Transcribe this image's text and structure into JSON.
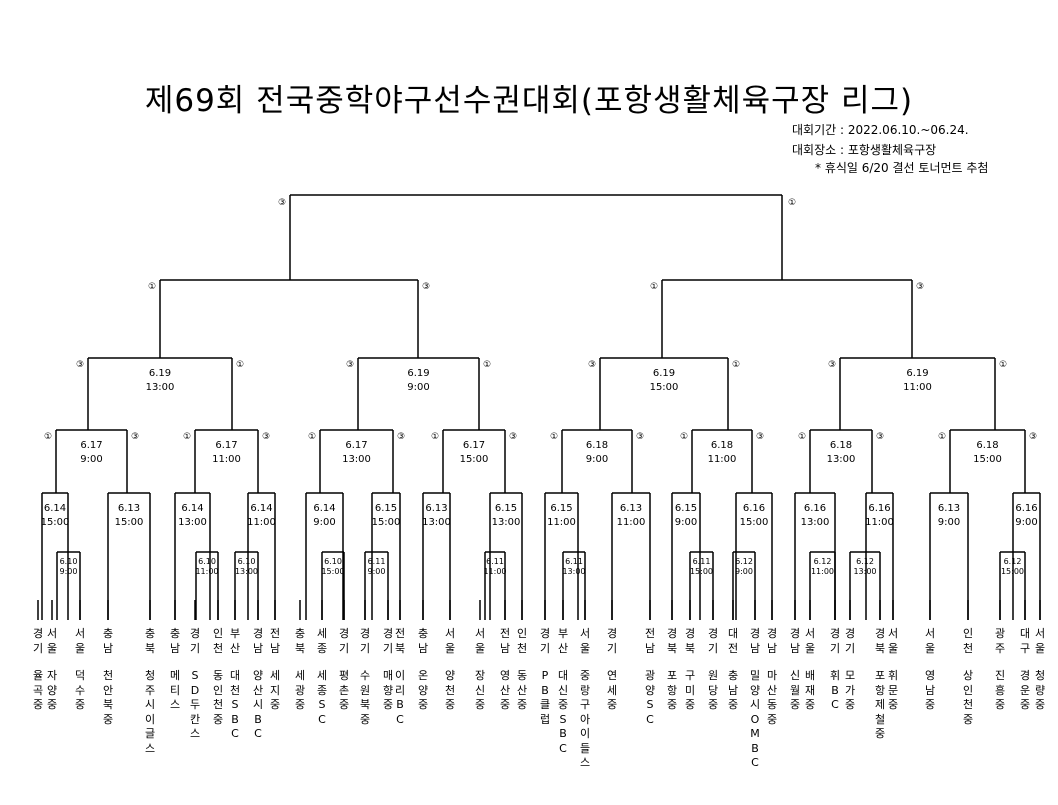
{
  "title": "제69회 전국중학야구선수권대회(포항생활체육구장 리그)",
  "info": {
    "period": "대회기간 : 2022.06.10.~06.24.",
    "venue": "대회장소 : 포항생활체육구장",
    "note": "* 휴식일 6/20 결선 토너먼트 추첨"
  },
  "bracket": {
    "final_marks": [
      "③",
      "①"
    ],
    "semi_marks": [
      [
        "①",
        "③"
      ],
      [
        "①",
        "③"
      ]
    ],
    "quarterfinals": [
      {
        "label": "6.19\n13:00",
        "marks": [
          "③",
          "①"
        ]
      },
      {
        "label": "6.19\n9:00",
        "marks": [
          "③",
          "①"
        ]
      },
      {
        "label": "6.19\n15:00",
        "marks": [
          "③",
          "①"
        ]
      },
      {
        "label": "6.19\n11:00",
        "marks": [
          "③",
          "①"
        ]
      }
    ],
    "round_of_16": [
      {
        "label": "6.17\n9:00"
      },
      {
        "label": "6.17\n11:00"
      },
      {
        "label": "6.17\n13:00"
      },
      {
        "label": "6.17\n15:00"
      },
      {
        "label": "6.18\n9:00"
      },
      {
        "label": "6.18\n11:00"
      },
      {
        "label": "6.18\n13:00"
      },
      {
        "label": "6.18\n15:00"
      }
    ],
    "round_of_32": [
      {
        "label": "6.14\n15:00"
      },
      {
        "label": "6.13\n15:00"
      },
      {
        "label": "6.14\n13:00"
      },
      {
        "label": "6.14\n11:00"
      },
      {
        "label": "6.14\n9:00"
      },
      {
        "label": "6.15\n15:00"
      },
      {
        "label": "6.13\n13:00"
      },
      {
        "label": "6.15\n13:00"
      },
      {
        "label": "6.15\n11:00"
      },
      {
        "label": "6.13\n11:00"
      },
      {
        "label": "6.15\n9:00"
      },
      {
        "label": "6.16\n15:00"
      },
      {
        "label": "6.16\n13:00"
      },
      {
        "label": "6.16\n11:00"
      },
      {
        "label": "6.13\n9:00"
      },
      {
        "label": "6.16\n9:00"
      }
    ],
    "first_round": [
      {
        "label": "6.10\n9:00"
      },
      {
        "label": "6.10\n11:00"
      },
      {
        "label": "6.10\n13:00"
      },
      {
        "label": "6.10\n15:00"
      },
      {
        "label": "6.11\n9:00"
      },
      {
        "label": "6.11\n11:00"
      },
      {
        "label": "6.11\n13:00"
      },
      {
        "label": "6.11\n15:00"
      },
      {
        "label": "6.12\n9:00"
      },
      {
        "label": "6.12\n11:00"
      },
      {
        "label": "6.12\n13:00"
      },
      {
        "label": "6.12\n15:00"
      }
    ]
  },
  "teams": [
    {
      "region": "경기",
      "name": "율곡중"
    },
    {
      "region": "서울",
      "name": "자양중"
    },
    {
      "region": "서울",
      "name": "덕수중"
    },
    {
      "region": "충남",
      "name": "천안북중"
    },
    {
      "region": "충북",
      "name": "청주시이글스"
    },
    {
      "region": "충남",
      "name": "메티스"
    },
    {
      "region": "경기",
      "name": "SD두칸스"
    },
    {
      "region": "인천",
      "name": "동인천중"
    },
    {
      "region": "부산",
      "name": "대천SBC"
    },
    {
      "region": "경남",
      "name": "양산시BC"
    },
    {
      "region": "전남",
      "name": "세지중"
    },
    {
      "region": "충북",
      "name": "세광중"
    },
    {
      "region": "세종",
      "name": "세종SC"
    },
    {
      "region": "경기",
      "name": "평촌중"
    },
    {
      "region": "경기",
      "name": "수원북중"
    },
    {
      "region": "경기",
      "name": "매향중"
    },
    {
      "region": "전북",
      "name": "이리BC"
    },
    {
      "region": "충남",
      "name": "온양중"
    },
    {
      "region": "서울",
      "name": "양천중"
    },
    {
      "region": "서울",
      "name": "장신중"
    },
    {
      "region": "전남",
      "name": "영산중"
    },
    {
      "region": "인천",
      "name": "동산중"
    },
    {
      "region": "경기",
      "name": "PB클럽"
    },
    {
      "region": "부산",
      "name": "대신중SBC"
    },
    {
      "region": "서울",
      "name": "중랑구아이들스"
    },
    {
      "region": "경기",
      "name": "연세중"
    },
    {
      "region": "전남",
      "name": "광양SC"
    },
    {
      "region": "경북",
      "name": "포항중"
    },
    {
      "region": "경북",
      "name": "구미중"
    },
    {
      "region": "경기",
      "name": "원당중"
    },
    {
      "region": "대전",
      "name": "충남중"
    },
    {
      "region": "경남",
      "name": "밀양시OMBC"
    },
    {
      "region": "경남",
      "name": "마산동중"
    },
    {
      "region": "경남",
      "name": "신월중"
    },
    {
      "region": "서울",
      "name": "배재중"
    },
    {
      "region": "경기",
      "name": "휘BC"
    },
    {
      "region": "경기",
      "name": "모가중"
    },
    {
      "region": "경북",
      "name": "포항제철중"
    },
    {
      "region": "서울",
      "name": "휘문중"
    },
    {
      "region": "서울",
      "name": "영남중"
    },
    {
      "region": "인천",
      "name": "상인천중"
    },
    {
      "region": "광주",
      "name": "진흥중"
    },
    {
      "region": "대구",
      "name": "경운중"
    },
    {
      "region": "서울",
      "name": "청량중"
    }
  ]
}
